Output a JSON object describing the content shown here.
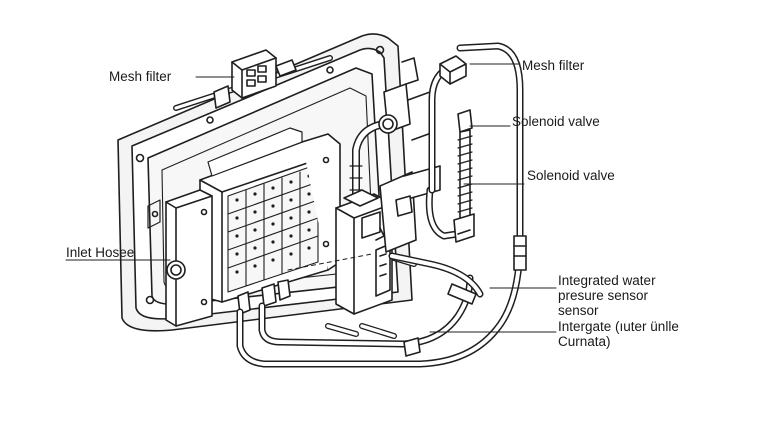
{
  "labels": {
    "mesh_filter_left": "Mesh filter",
    "mesh_filter_right": "Mesh filter",
    "solenoid_valve_upper": "Solenoid valve",
    "solenoid_valve_lower": "Solenoid valve",
    "inlet_hose": "Inlet Hosee",
    "pressure_sensor": "Integrated water\npresure sensor\nsensor",
    "integrate_curnata": "Intergate (ıuter ünlle\nCurnata)"
  },
  "colors": {
    "line": "#1f1f1f",
    "fill_light": "#f4f4f4",
    "fill_white": "#ffffff"
  }
}
